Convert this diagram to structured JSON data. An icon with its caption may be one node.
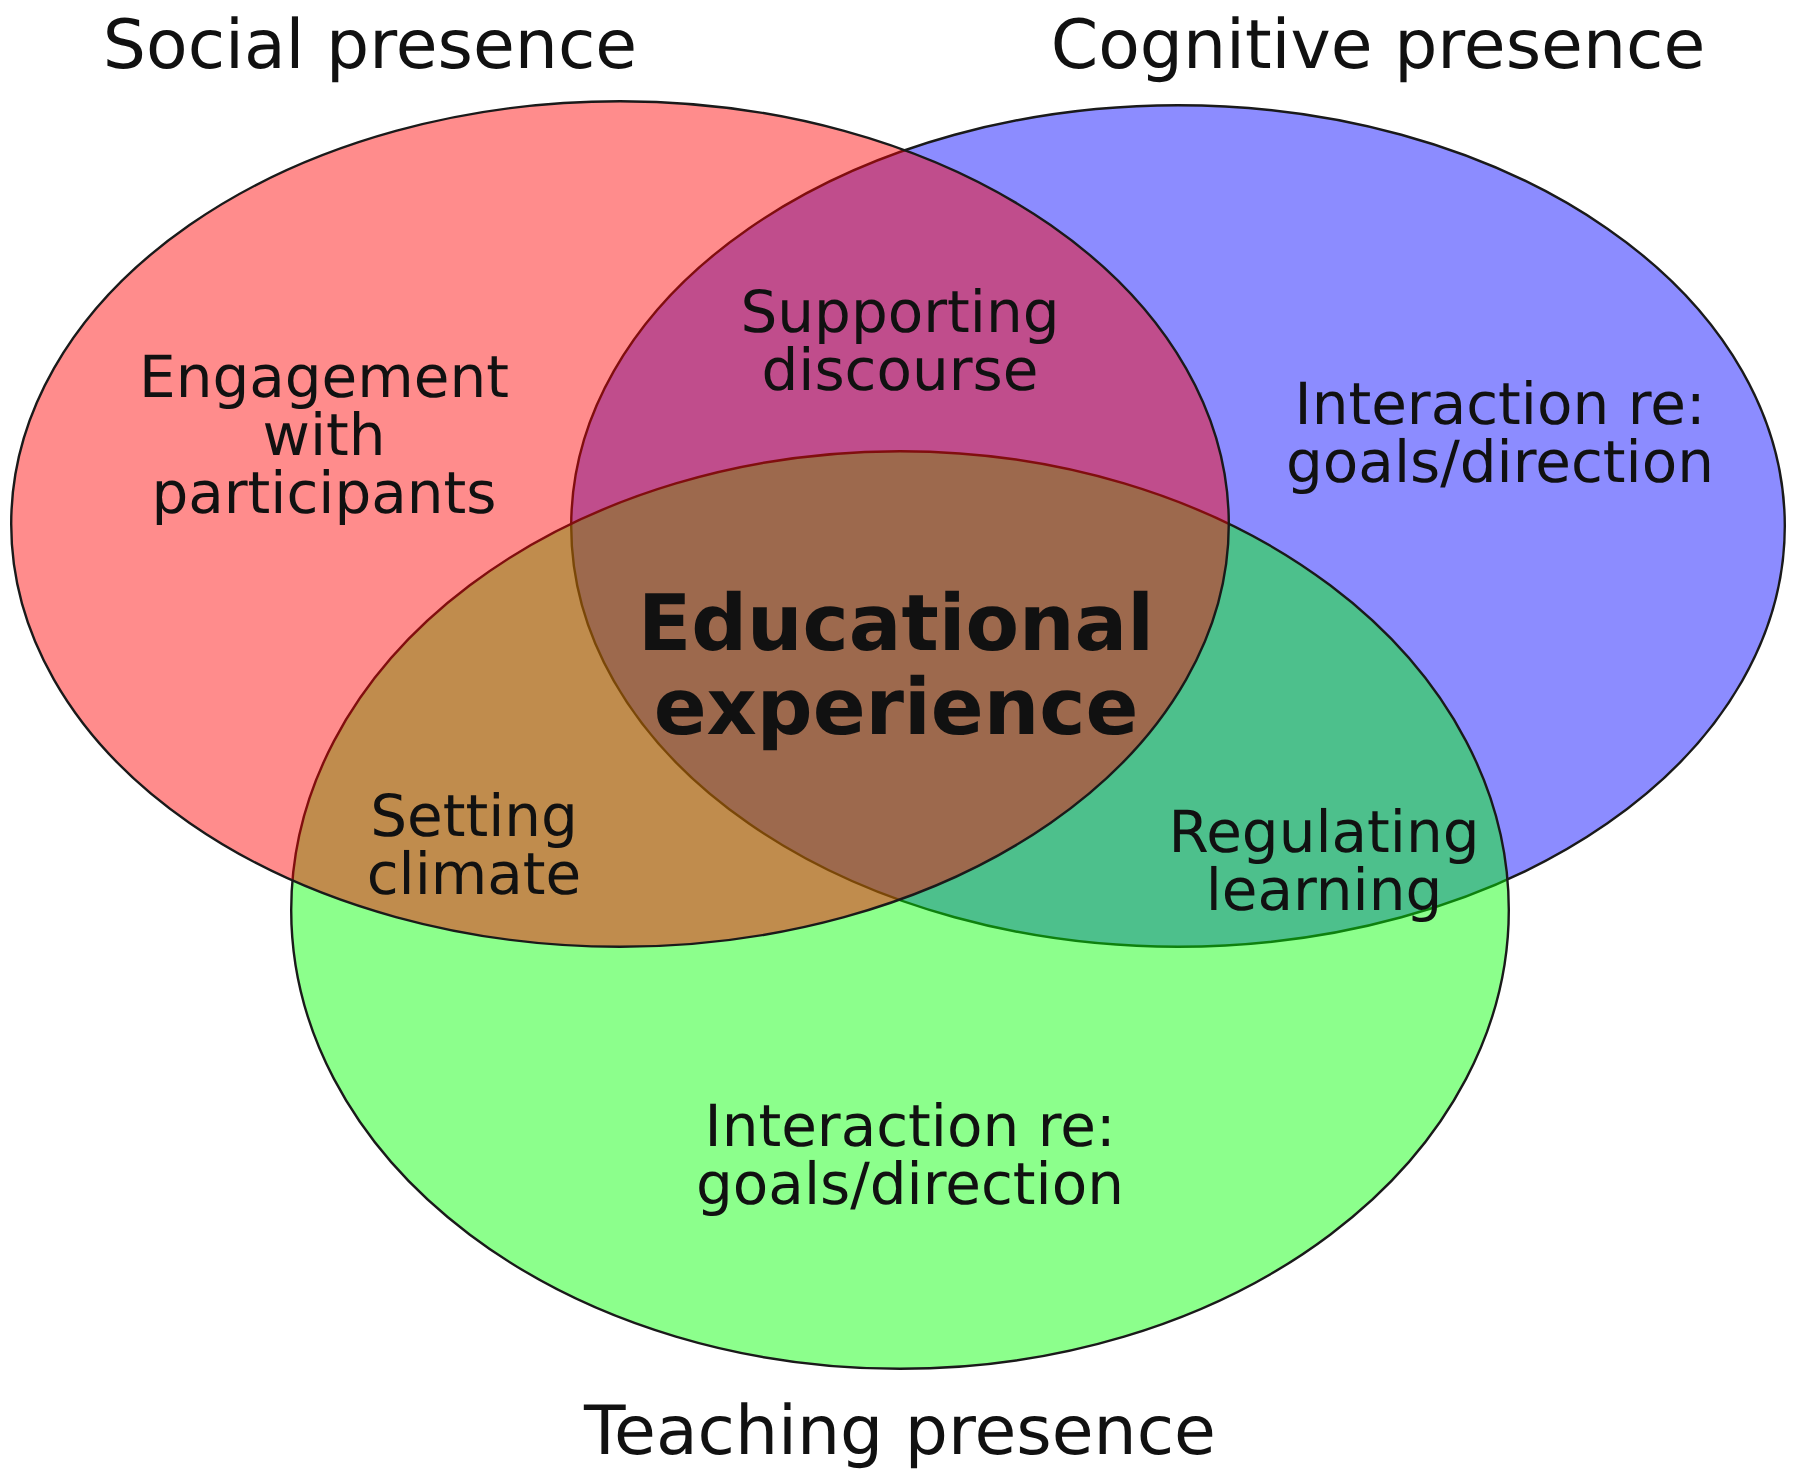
{
  "diagram": {
    "nodes": [
      {
        "text": [
          "Social presence",
          "Engagement with participants"
        ]
      },
      {
        "text": [
          "Cognitive presence",
          "Interaction re: goals/direction"
        ]
      },
      {
        "text": [
          "Interaction re: goals/direction",
          "Teaching presence"
        ]
      }
    ],
    "labels": [
      "Supporting discourse",
      "Educational experience",
      "Setting climate",
      "Regulating learning"
    ]
  }
}
